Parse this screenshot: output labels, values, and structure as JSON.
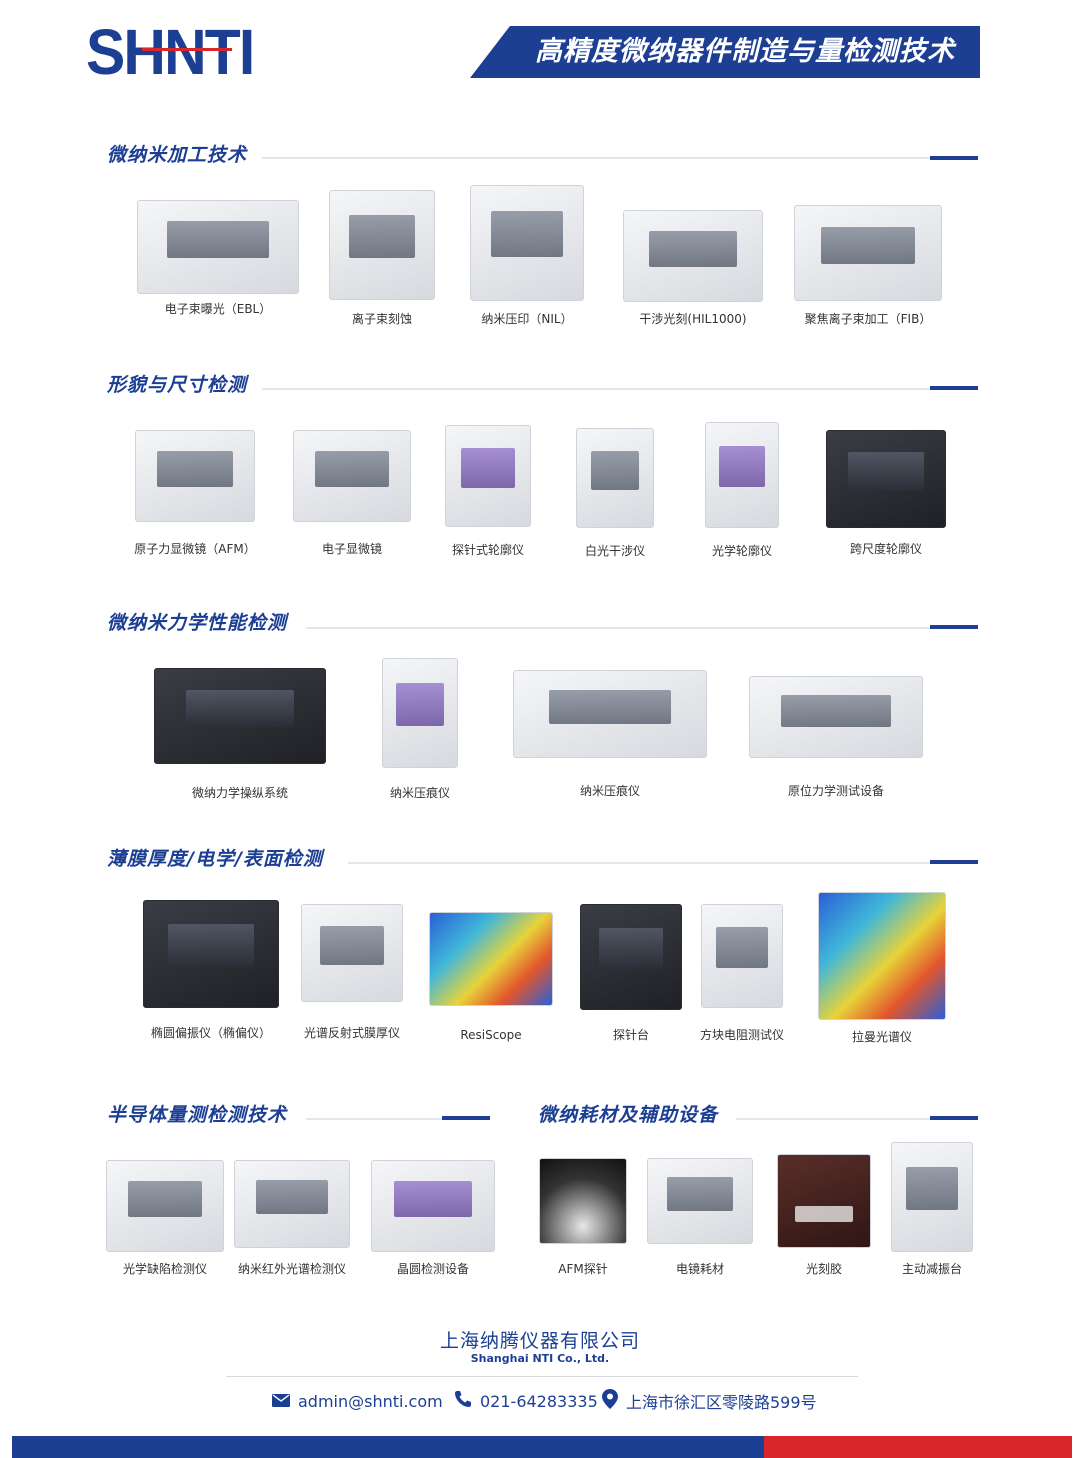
{
  "header": {
    "logo_text": "SHNTI",
    "banner_title": "高精度微纳器件制造与量检测技术"
  },
  "sections": [
    {
      "title": "微纳米加工技术",
      "items": [
        "电子束曝光（EBL）",
        "离子束刻蚀",
        "纳米压印（NIL）",
        "干涉光刻(HIL1000)",
        "聚焦离子束加工（FIB）"
      ]
    },
    {
      "title": "形貌与尺寸检测",
      "items": [
        "原子力显微镜（AFM）",
        "电子显微镜",
        "探针式轮廓仪",
        "白光干涉仪",
        "光学轮廓仪",
        "跨尺度轮廓仪"
      ]
    },
    {
      "title": "微纳米力学性能检测",
      "items": [
        "微纳力学操纵系统",
        "纳米压痕仪",
        "纳米压痕仪",
        "原位力学测试设备"
      ]
    },
    {
      "title": "薄膜厚度/电学/表面检测",
      "items": [
        "椭圆偏振仪（椭偏仪）",
        "光谱反射式膜厚仪",
        "ResiScope",
        "探针台",
        "方块电阻测试仪",
        "拉曼光谱仪"
      ]
    },
    {
      "title": "半导体量测检测技术",
      "items": [
        "光学缺陷检测仪",
        "纳米红外光谱检测仪",
        "晶圆检测设备"
      ]
    },
    {
      "title": "微纳耗材及辅助设备",
      "items": [
        "AFM探针",
        "电镜耗材",
        "光刻胶",
        "主动减振台"
      ]
    }
  ],
  "footer": {
    "company_cn": "上海纳腾仪器有限公司",
    "company_en": "Shanghai NTI Co., Ltd.",
    "email": "admin@shnti.com",
    "phone": "021-64283335",
    "address": "上海市徐汇区零陵路599号"
  },
  "colors": {
    "brand_blue": "#1c3f94",
    "brand_red": "#d9262b"
  }
}
